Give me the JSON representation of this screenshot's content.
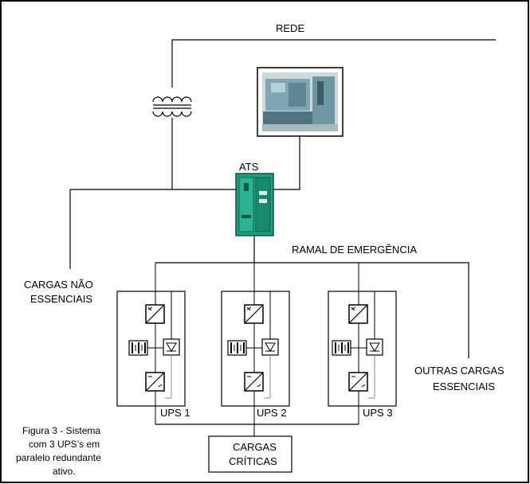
{
  "labels": {
    "rede": "REDE",
    "ats": "ATS",
    "ramal": "RAMAL DE EMERGÊNCIA",
    "cargas_nao_1": "CARGAS NÃO",
    "cargas_nao_2": "ESSENCIAIS",
    "outras_1": "OUTRAS CARGAS",
    "outras_2": "ESSENCIAIS",
    "criticas_1": "CARGAS",
    "criticas_2": "CRÍTICAS"
  },
  "ups_units": [
    {
      "label": "UPS 1"
    },
    {
      "label": "UPS 2"
    },
    {
      "label": "UPS 3"
    }
  ],
  "caption": {
    "line1": "Figura 3 - Sistema",
    "line2": "com 3 UPS’s em",
    "line3": "paralelo redundante",
    "line4": "ativo."
  },
  "colors": {
    "ats_panel": "#1f9e7e",
    "ats_dark": "#0d5a47",
    "generator_body": "#7fa7b3",
    "line": "#000000"
  },
  "icons": {
    "transformer": "transformer-icon",
    "generator": "generator-photo",
    "rectifier": "rectifier-icon",
    "battery": "battery-icon",
    "inverter": "inverter-icon",
    "static_switch": "static-switch-icon"
  }
}
